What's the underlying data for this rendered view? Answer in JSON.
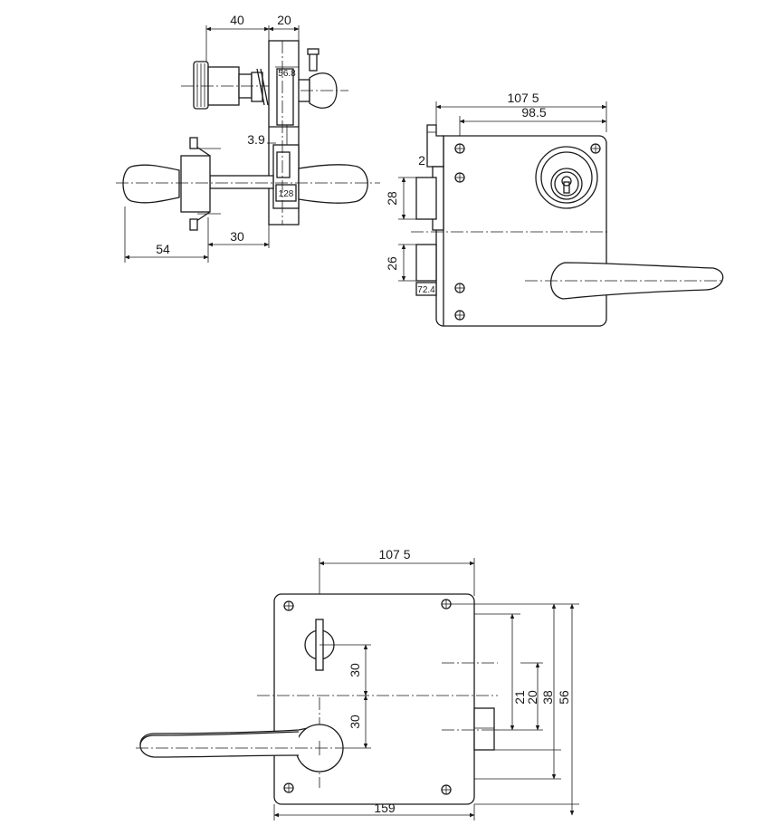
{
  "side_view": {
    "dim_40": "40",
    "dim_20": "20",
    "dim_3_9": "3.9",
    "dim_54": "54",
    "dim_30": "30",
    "tag_top": "56.8",
    "tag_bottom": "128"
  },
  "front_view": {
    "dim_107_5": "107 5",
    "dim_98_5": "98.5",
    "dim_2": "2",
    "dim_28": "28",
    "dim_26": "26",
    "tag_bottom": "72.4"
  },
  "bottom_view": {
    "dim_107_5": "107 5",
    "dim_30_upper": "30",
    "dim_30_lower": "30",
    "dim_21": "21",
    "dim_20": "20",
    "dim_38": "38",
    "dim_56": "56",
    "dim_159": "159"
  }
}
